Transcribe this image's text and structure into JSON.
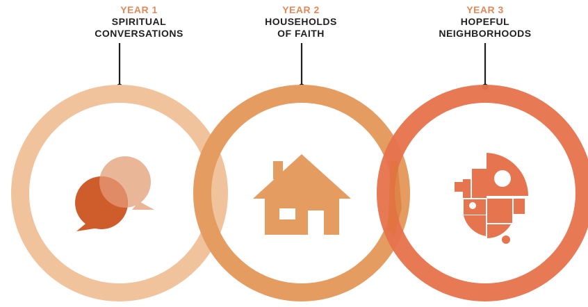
{
  "stages": [
    {
      "year": "YEAR 1",
      "title_lines": [
        "SPIRITUAL",
        "CONVERSATIONS"
      ],
      "icon": "speech-bubbles-icon",
      "ring_color": "#f0c39d"
    },
    {
      "year": "YEAR 2",
      "title_lines": [
        "HOUSEHOLDS",
        "OF FAITH"
      ],
      "icon": "house-icon",
      "ring_color": "#e59c60"
    },
    {
      "year": "YEAR 3",
      "title_lines": [
        "HOPEFUL",
        "NEIGHBORHOODS"
      ],
      "icon": "neighborhood-mosaic-icon",
      "ring_color": "#e6744e"
    }
  ],
  "colors": {
    "year_text": "#e0895a",
    "title_text": "#1f1f1f",
    "connector": "#1f1f1f"
  }
}
